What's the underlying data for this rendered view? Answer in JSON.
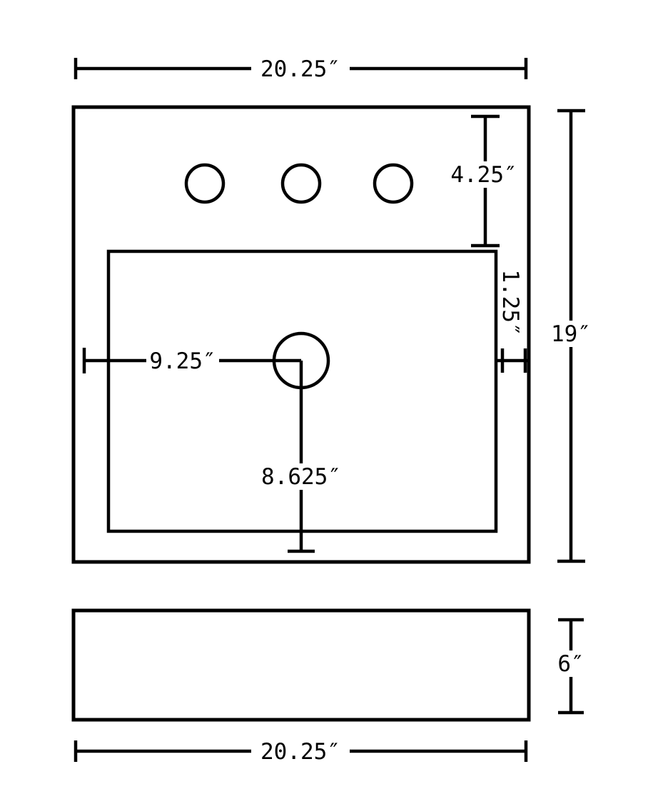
{
  "page": {
    "background": "#ffffff"
  },
  "drawing": {
    "line_color": "#000000",
    "top_view": {
      "faucet_holes": 3,
      "dim_overall_width": "20.25″",
      "dim_faucet_offset": "4.25″",
      "dim_rim_inset": "1.25″",
      "dim_overall_depth": "19″",
      "dim_drain_from_left": "9.25″",
      "dim_drain_from_bottom": "8.625″"
    },
    "side_view": {
      "dim_height": "6″",
      "dim_overall_width": "20.25″"
    }
  }
}
